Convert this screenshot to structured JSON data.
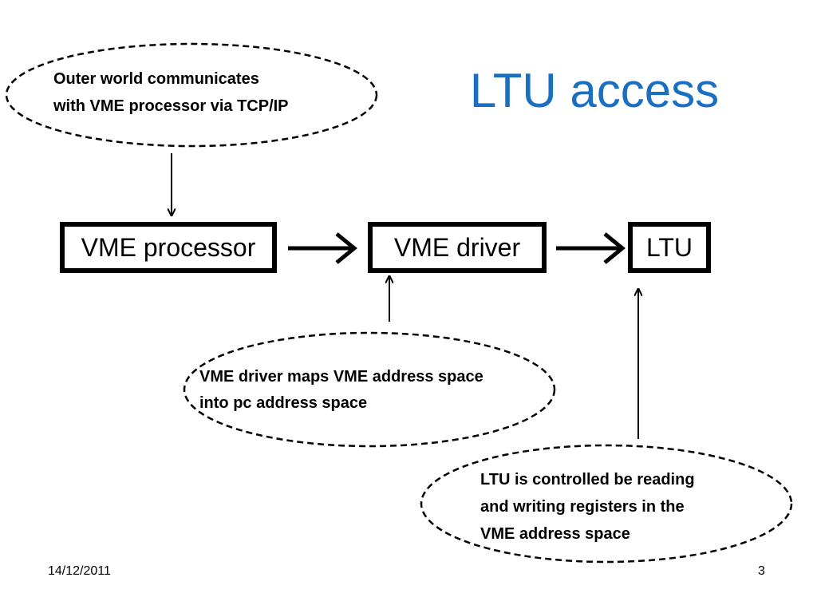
{
  "slide": {
    "title": "LTU access",
    "footer": {
      "date": "14/12/2011",
      "page_number": "3"
    }
  },
  "boxes": [
    {
      "id": "vme-processor",
      "label": "VME processor"
    },
    {
      "id": "vme-driver",
      "label": "VME driver"
    },
    {
      "id": "ltu",
      "label": "LTU"
    }
  ],
  "notes": {
    "outer_world": {
      "lines": [
        "Outer world communicates",
        "with VME processor via TCP/IP"
      ]
    },
    "vme_driver": {
      "lines": [
        "VME driver maps VME address space",
        "into pc address space"
      ]
    },
    "ltu": {
      "lines": [
        "LTU is controlled be reading",
        "and writing registers in the",
        "VME address space"
      ]
    }
  },
  "colors": {
    "title": "#1a6fc0",
    "box_border": "#000000",
    "text": "#000000"
  }
}
